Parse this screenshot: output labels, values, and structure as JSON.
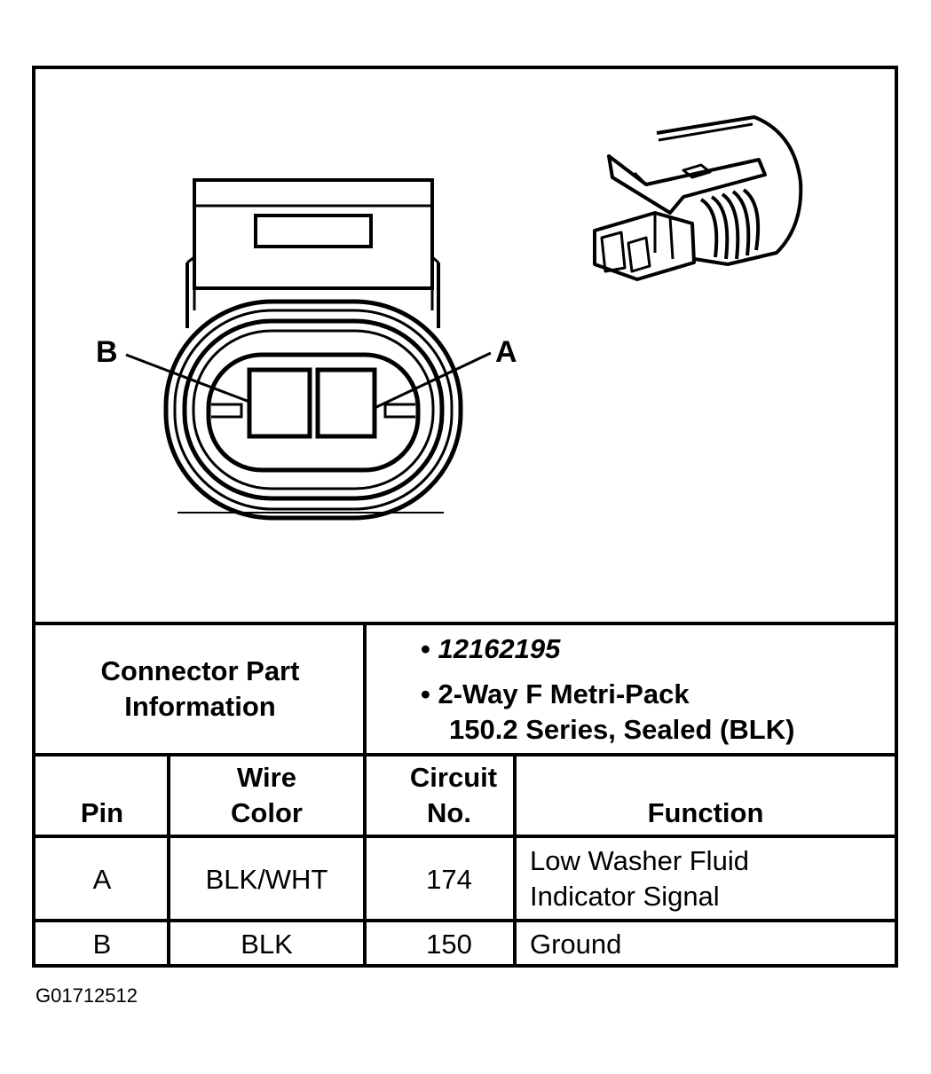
{
  "labels": {
    "pin_b": "B",
    "pin_a": "A"
  },
  "connector_info": {
    "label_line1": "Connector Part",
    "label_line2": "Information",
    "part_number": "12162195",
    "description_line1": "2-Way F Metri-Pack",
    "description_line2": "150.2 Series, Sealed (BLK)"
  },
  "table": {
    "headers": {
      "pin": "Pin",
      "wire_color_line1": "Wire",
      "wire_color_line2": "Color",
      "circuit_line1": "Circuit",
      "circuit_line2": "No.",
      "function": "Function"
    },
    "rows": [
      {
        "pin": "A",
        "wire_color": "BLK/WHT",
        "circuit": "174",
        "function_line1": "Low Washer Fluid",
        "function_line2": "Indicator Signal"
      },
      {
        "pin": "B",
        "wire_color": "BLK",
        "circuit": "150",
        "function_line1": "Ground",
        "function_line2": ""
      }
    ]
  },
  "figure_id": "G01712512"
}
